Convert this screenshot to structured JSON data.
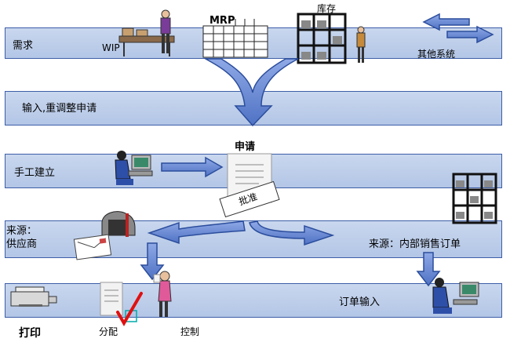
{
  "bands": [
    {
      "id": "demand",
      "label": "需求"
    },
    {
      "id": "input",
      "label": "输入,重调整申请"
    },
    {
      "id": "manual",
      "label": "手工建立"
    },
    {
      "id": "source",
      "label": ""
    },
    {
      "id": "order",
      "label": ""
    }
  ],
  "labels": {
    "wip": "WIP",
    "mrp": "MRP",
    "inventory": "库存",
    "other_systems": "其他系统",
    "requisition": "申请",
    "approve": "批准",
    "source_supplier": "来源：\n供应商",
    "source_internal": "来源：内部销售订单",
    "order_input": "订单输入",
    "print": "打印",
    "distribute": "分配",
    "control": "控制"
  },
  "colors": {
    "band_fill": "#bccbea",
    "band_border": "#3d5ea8",
    "arrow_fill": "#6f8fd6",
    "arrow_stroke": "#2b4d9c"
  }
}
